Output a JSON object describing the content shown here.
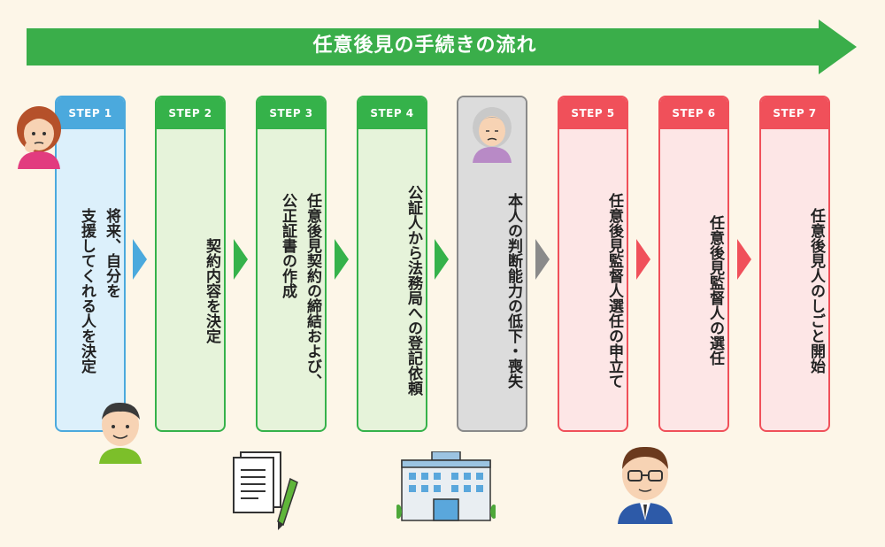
{
  "banner": {
    "title": "任意後見の手続きの流れ"
  },
  "steps": [
    {
      "label": "STEP 1",
      "text": "将来、自分を\n支援してくれる人を決定"
    },
    {
      "label": "STEP 2",
      "text": "契約内容を決定"
    },
    {
      "label": "STEP 3",
      "text": "任意後見契約の締結および、\n公正証書の作成"
    },
    {
      "label": "STEP 4",
      "text": "公証人から法務局への登記依頼"
    },
    {
      "label": "",
      "text": "本人の判断能力の低下・喪失"
    },
    {
      "label": "STEP 5",
      "text": "任意後見監督人選任の申立て"
    },
    {
      "label": "STEP 6",
      "text": "任意後見監督人の選任"
    },
    {
      "label": "STEP 7",
      "text": "任意後見人のしごと開始"
    }
  ],
  "colors": {
    "banner": "#3aae4a",
    "blue": "#4ba9dd",
    "green": "#35b24a",
    "gray": "#8a8a8a",
    "red": "#f0505a",
    "background": "#fdf6e8"
  },
  "icons": [
    "woman-thinking-icon",
    "man-smiling-icon",
    "elderly-woman-icon",
    "documents-pen-icon",
    "legal-affairs-bureau-building-icon",
    "notary-man-glasses-icon"
  ]
}
